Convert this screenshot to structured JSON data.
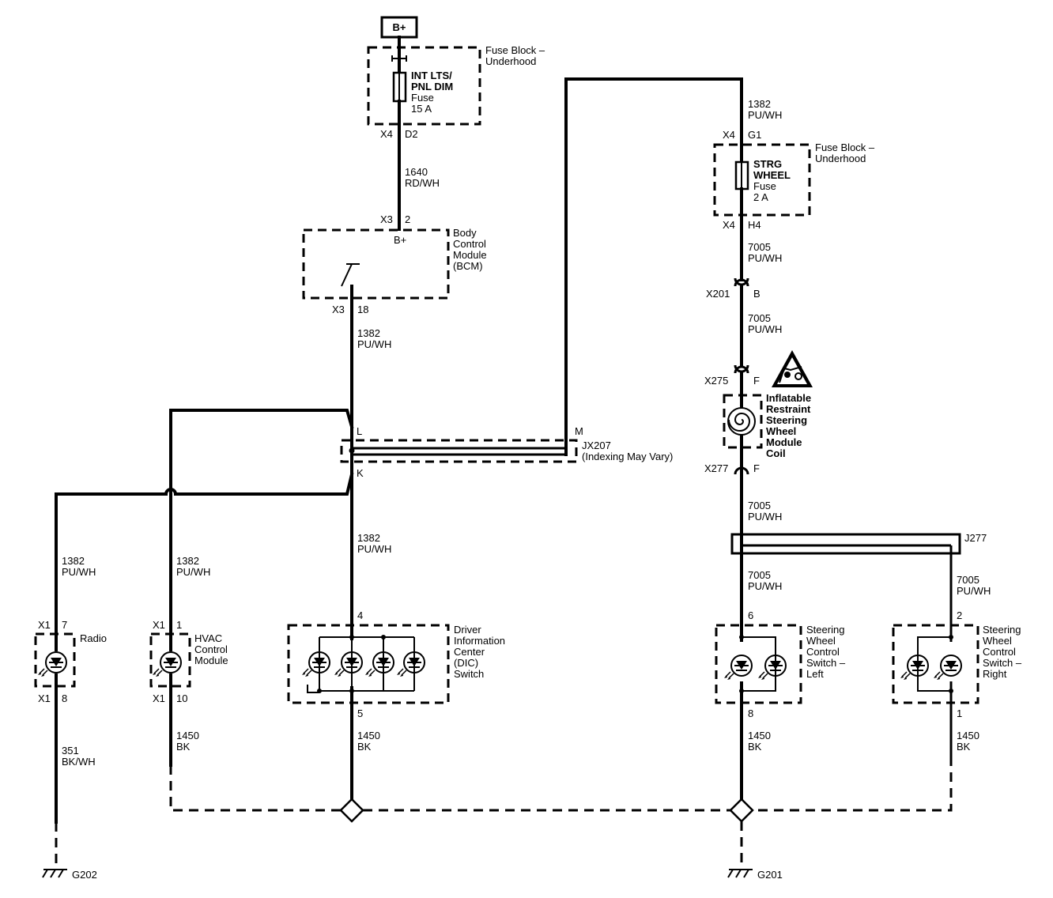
{
  "power": {
    "label": "B+"
  },
  "fuse_block_top": {
    "name_line1": "Fuse Block –",
    "name_line2": "Underhood",
    "fuse_line1": "INT LTS/",
    "fuse_line2": "PNL DIM",
    "fuse_line3": "Fuse",
    "fuse_line4": "15 A",
    "conn": "X4",
    "pin": "D2"
  },
  "wire_1640": {
    "circuit": "1640",
    "color": "RD/WH"
  },
  "bcm": {
    "conn_in": "X3",
    "pin_in": "2",
    "bplus": "B+",
    "name_line1": "Body",
    "name_line2": "Control",
    "name_line3": "Module",
    "name_line4": "(BCM)",
    "conn_out": "X3",
    "pin_out": "18"
  },
  "wire_1382_bcm": {
    "circuit": "1382",
    "color": "PU/WH"
  },
  "wire_1382_right_top": {
    "circuit": "1382",
    "color": "PU/WH"
  },
  "fuse_block_right": {
    "conn_in": "X4",
    "pin_in": "G1",
    "name_line1": "Fuse Block –",
    "name_line2": "Underhood",
    "fuse_line1": "STRG",
    "fuse_line2": "WHEEL",
    "fuse_line3": "Fuse",
    "fuse_line4": "2 A",
    "conn_out": "X4",
    "pin_out": "H4"
  },
  "wire_7005_a": {
    "circuit": "7005",
    "color": "PU/WH"
  },
  "x201": {
    "name": "X201",
    "pin": "B"
  },
  "wire_7005_b": {
    "circuit": "7005",
    "color": "PU/WH"
  },
  "x275": {
    "name": "X275",
    "pin": "F"
  },
  "coil": {
    "line1": "Inflatable",
    "line2": "Restraint",
    "line3": "Steering",
    "line4": "Wheel",
    "line5": "Module",
    "line6": "Coil"
  },
  "x277": {
    "name": "X277",
    "pin": "F"
  },
  "wire_7005_c": {
    "circuit": "7005",
    "color": "PU/WH"
  },
  "j277": {
    "name": "J277"
  },
  "wire_7005_left": {
    "circuit": "7005",
    "color": "PU/WH"
  },
  "wire_7005_right": {
    "circuit": "7005",
    "color": "PU/WH"
  },
  "jx207": {
    "pin_l": "L",
    "pin_m": "M",
    "pin_k": "K",
    "name": "JX207",
    "note": "(Indexing May Vary)"
  },
  "wire_1382_dic": {
    "circuit": "1382",
    "color": "PU/WH"
  },
  "wire_1382_radio": {
    "circuit": "1382",
    "color": "PU/WH"
  },
  "wire_1382_hvac": {
    "circuit": "1382",
    "color": "PU/WH"
  },
  "radio": {
    "conn_in": "X1",
    "pin_in": "7",
    "name": "Radio",
    "conn_out": "X1",
    "pin_out": "8"
  },
  "hvac": {
    "conn_in": "X1",
    "pin_in": "1",
    "name_line1": "HVAC",
    "name_line2": "Control",
    "name_line3": "Module",
    "conn_out": "X1",
    "pin_out": "10"
  },
  "dic": {
    "pin_in": "4",
    "name_line1": "Driver",
    "name_line2": "Information",
    "name_line3": "Center",
    "name_line4": "(DIC)",
    "name_line5": "Switch",
    "pin_out": "5"
  },
  "swc_left": {
    "pin_in": "6",
    "name_line1": "Steering",
    "name_line2": "Wheel",
    "name_line3": "Control",
    "name_line4": "Switch –",
    "name_line5": "Left",
    "pin_out": "8"
  },
  "swc_right": {
    "pin_in": "2",
    "name_line1": "Steering",
    "name_line2": "Wheel",
    "name_line3": "Control",
    "name_line4": "Switch –",
    "name_line5": "Right",
    "pin_out": "1"
  },
  "wire_351": {
    "circuit": "351",
    "color": "BK/WH"
  },
  "wire_1450_hvac": {
    "circuit": "1450",
    "color": "BK"
  },
  "wire_1450_dic": {
    "circuit": "1450",
    "color": "BK"
  },
  "wire_1450_left": {
    "circuit": "1450",
    "color": "BK"
  },
  "wire_1450_right": {
    "circuit": "1450",
    "color": "BK"
  },
  "ground_left": {
    "name": "G202"
  },
  "ground_right": {
    "name": "G201"
  }
}
